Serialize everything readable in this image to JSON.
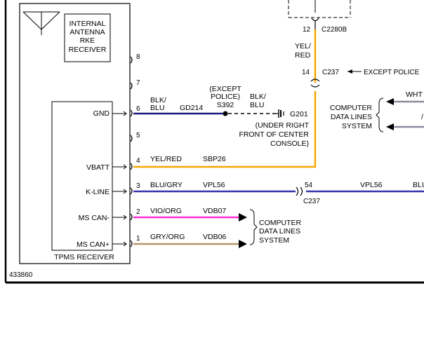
{
  "receiver_box": {
    "antenna_label": [
      "INTERNAL",
      "ANTENNA",
      "RKE",
      "RECEIVER"
    ],
    "module_label": "TPMS RECEIVER",
    "pins_left": [
      {
        "label": "GND"
      },
      {
        "label": "VBATT"
      },
      {
        "label": "K-LINE"
      },
      {
        "label": "MS CAN-"
      },
      {
        "label": "MS CAN+"
      }
    ]
  },
  "pins": {
    "p8": "8",
    "p7": "7",
    "p6": "6",
    "p5": "5",
    "p4": "4",
    "p3": "3",
    "p2": "2",
    "p1": "1"
  },
  "wires": {
    "gnd": {
      "color": "BLK/",
      "color2": "BLU",
      "circuit": "GD214"
    },
    "vbatt": {
      "color": "YEL/RED",
      "circuit": "SBP26"
    },
    "kline": {
      "color": "BLU/GRY",
      "circuit": "VPL56",
      "circuit_right": "VPL56",
      "color_right": "BLU"
    },
    "mscan_minus": {
      "color": "VIO/ORG",
      "circuit": "VDB07"
    },
    "mscan_plus": {
      "color": "GRY/ORG",
      "circuit": "VDB06"
    },
    "vertical": {
      "color": "YEL/",
      "color2": "RED"
    }
  },
  "splice": {
    "note1": "(EXCEPT",
    "note2": "POLICE)",
    "id": "S392",
    "color_after": "BLK/",
    "color_after2": "BLU"
  },
  "ground": {
    "id": "G201",
    "loc1": "(UNDER RIGHT",
    "loc2": "FRONT OF CENTER",
    "loc3": "CONSOLE)"
  },
  "connectors": {
    "c2280b_pin": "12",
    "c2280b": "C2280B",
    "c237_pin": "14",
    "c237": "C237",
    "c237_note": "EXCEPT POLICE",
    "c237b_pin": "54",
    "c237b": "C237"
  },
  "computer_data_right": [
    "COMPUTER",
    "DATA LINES",
    "SYSTEM"
  ],
  "computer_data_bottom": [
    "COMPUTER",
    "DATA LINES",
    "SYSTEM"
  ],
  "right_cut_labels": {
    "wht": "WHT",
    "slash": "/"
  },
  "diagram_id": "433860",
  "colors": {
    "yel_red": "#f5a800",
    "blk_blu": "#1a1a7a",
    "blu_gry": "#3333aa",
    "vio_org": "#ff2bd6",
    "gry_org": "#b8956a",
    "gray_arrow": "#8a8aa0"
  }
}
